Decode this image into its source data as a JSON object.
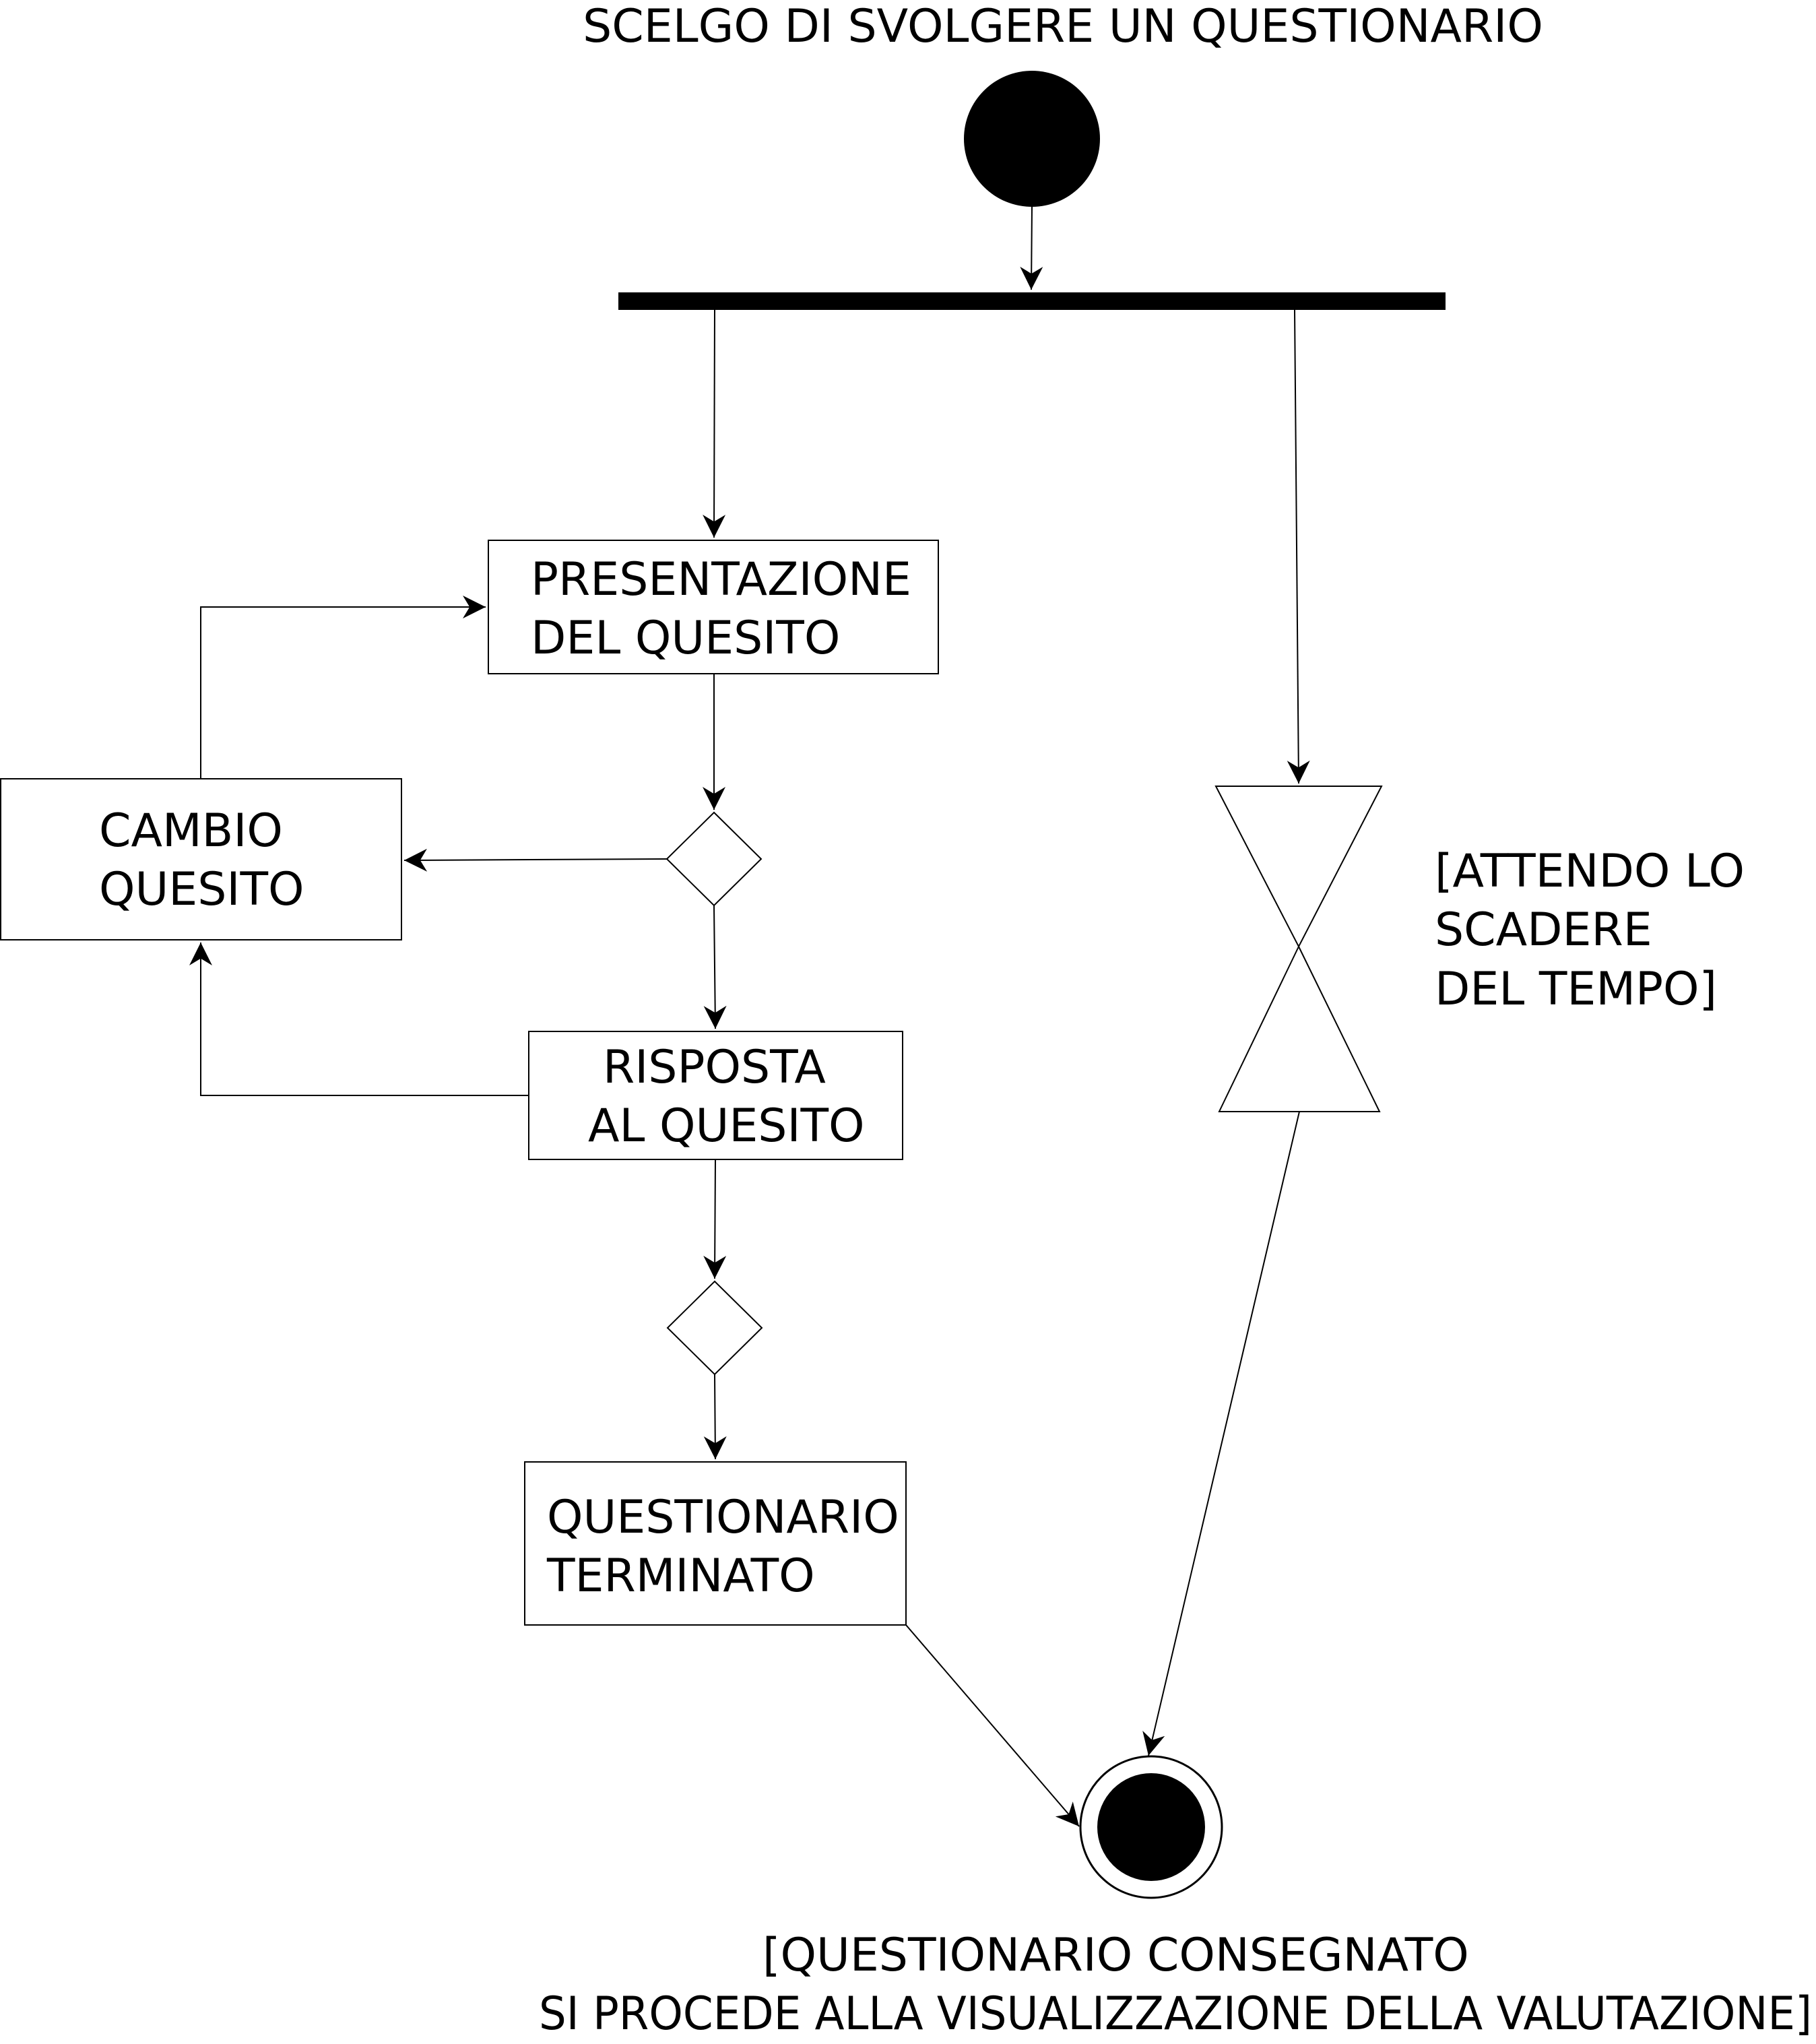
{
  "diagram": {
    "type": "UML activity diagram",
    "start_label": "SCELGO DI SVOLGERE UN QUESTIONARIO",
    "activities": {
      "presentazione": [
        "PRESENTAZIONE",
        "DEL QUESITO"
      ],
      "cambio": [
        "CAMBIO",
        "QUESITO"
      ],
      "risposta": [
        "RISPOSTA",
        "AL QUESITO"
      ],
      "terminato": [
        "QUESTIONARIO",
        "TERMINATO"
      ]
    },
    "timer_label": [
      "[ATTENDO LO",
      "SCADERE",
      "DEL TEMPO]"
    ],
    "end_label": [
      "[QUESTIONARIO CONSEGNATO",
      "SI PROCEDE ALLA VISUALIZZAZIONE DELLA VALUTAZIONE]"
    ],
    "colors": {
      "stroke": "#000000",
      "fill": "#000000",
      "background": "#ffffff"
    }
  }
}
